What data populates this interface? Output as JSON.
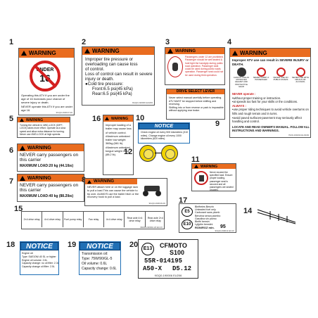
{
  "labels": {
    "n1": "1",
    "n2": "2",
    "n3": "3",
    "n4": "4",
    "n5": "5",
    "n6": "6",
    "n7": "7",
    "n8": "8",
    "n9": "9",
    "n10": "10",
    "n11": "11",
    "n12": "12",
    "n14": "14",
    "n15": "15",
    "n16": "16",
    "n17": "17",
    "n18": "18",
    "n19": "19",
    "n20": "20"
  },
  "warning_word": "WARNING",
  "notice_word": "NOTICE",
  "label1": {
    "sign_top": "UNDER",
    "sign_num": "16",
    "body": "Operating this ATV if you are under the age of 16 increases your chance of severe injury or death.",
    "never": "NEVER operate this ATV if you are under age 16."
  },
  "label2": {
    "line1": "Improper tire pressure or",
    "line2": "overloading can cause loss",
    "line3": "of control.",
    "line4": "Loss of control can result in severe",
    "line5": "injury or death.",
    "line6": "●Cold tire pressure:",
    "front": "Front:6.5 psi(45 kPa)",
    "rear": "Rear:6.5 psi(45 kPa)"
  },
  "label3": {
    "body": "Passengers under 12 are prohibited. Passenger should be well seated & hold tight the handgrip during public road operation. Passenger seat could be used during public roads operation. Passenger seat could not be used during field operation."
  },
  "label4": {
    "headline": "Improper ATV use can result in SEVERE INJURY or DEATH.",
    "icons": [
      "ALWAYS USE AN APPROVED HELMET AND PROTECTIVE GEAR",
      "NEVER CARRY A PASSENGER",
      "NEVER USE ON PUBLIC ROADS",
      "NEVER USE WITH DRUGS OR ALCOHOL"
    ],
    "never_heading": "NEVER operate :",
    "bullets": [
      "•without proper training or instruction.",
      "•at speeds too fast for your skills or the conditions.",
      "ALWAYS :",
      "•use proper riding techniques to avoid vehicle overturns on hills and rough terrain and in turns.",
      "•avoid paved surfaces-pavement may seriously affect handling and control."
    ],
    "locate": "LOCATE AND READ OWNER'S MANUAL. FOLLOW ALL INSTRUCTIONS AND WARNINGS."
  },
  "label5": {
    "body": "Turning the vehicle in 4WD-LOCK (DIFF-LOCK) takes more effort. Operate at a slow speed and allow extra distance for turning. Never use 4WD-LOCK at high speeds."
  },
  "label6": {
    "line1": "NEVER carry passengers on",
    "line2": "this carrier",
    "max": "MAXIMUM LOAD:20 kg (44.1lbs)"
  },
  "label7": {
    "line1": "NEVER carry passengers on",
    "line2": "this carrier",
    "max": "MAXIMUM LOAD:40 kg (88.2lbs)"
  },
  "label8": {
    "body": "NEVER attach here or on the luggage rack to pull a load.This can cause the vehicle to tip over. ALWAYS use the trailer hitch or the recovery hook to pull a load."
  },
  "label9": {
    "header": "DRIVE SELECT LEVER",
    "items": [
      "Never select manual carefully before operating.",
      "ATV MUST be stopped before shifting and reversing.",
      "Shifting into or from reverse or park is impossible without applying rear brake."
    ]
  },
  "label10": {
    "body": "Check engine oil every 500 kilometers (310 miles). Change engine oil every 1000 kilometers (620 miles)."
  },
  "label11": {
    "body": "Never exceed the specified load. Ensure proper loading, passenger seat is secured and all passengers are seated properly."
  },
  "label15": {
    "columns": [
      "2×4 drive relay",
      "4×4 drive relay",
      "Fuel pump relay",
      "Fan relay",
      "4×4 drive relay",
      "Rear axle 4×4 drive relay",
      "Rear axle 2×4 drive relay"
    ]
  },
  "label16": {
    "body": "Improper loading of a trailer may cause loss of vehicle control. •Maximum unbraked trailer tow weight 360kg (661 lb). •Maximum unbraked tongue weight 40kg (88.2 lb)."
  },
  "label17": {
    "e5": "E5",
    "e10": "E10",
    "lines": [
      "Bleifreies Benzin",
      "Unleaded fuel only",
      "Carburant sans plomb",
      "Benzina senza piombo",
      "Gasolina sin plomo",
      "Bleifri bensin",
      "Lyijytön bensiini"
    ],
    "ron": "RON/ROZ min.",
    "ron_value": "95"
  },
  "label18": {
    "lines": [
      "Engine oil:",
      "Type: SAE10W-40 SL or higher",
      "Engine oil volume: 2.6L",
      "Capacity change: no oil filter: 2.3L",
      "Capacity change oil filter: 2.5L"
    ]
  },
  "label19": {
    "lines": [
      "Transmission oil:",
      "Type: 75W/90/GL-5",
      "Oil volume: 0.6L",
      "Capacity change: 0.6L"
    ]
  },
  "label20": {
    "mark": "E13",
    "brand": "CFMOTO",
    "model": "S100",
    "code1": "55R-014195",
    "code2_left": "A50-X",
    "code2_right": "D5.12",
    "part": "9GQ0-190006 EU206"
  },
  "partnos": {
    "p1": "9GQ0-190017-00",
    "p2": "9GQ0-190006 EU206",
    "p3": "9GQ0-190011-00",
    "p4": "7020-190194 EU1199",
    "p8": "9GQ0-190016-00",
    "p15": "9MAV-190002-20 EU1V",
    "p17": "9GQ0-190011 EU1V"
  }
}
